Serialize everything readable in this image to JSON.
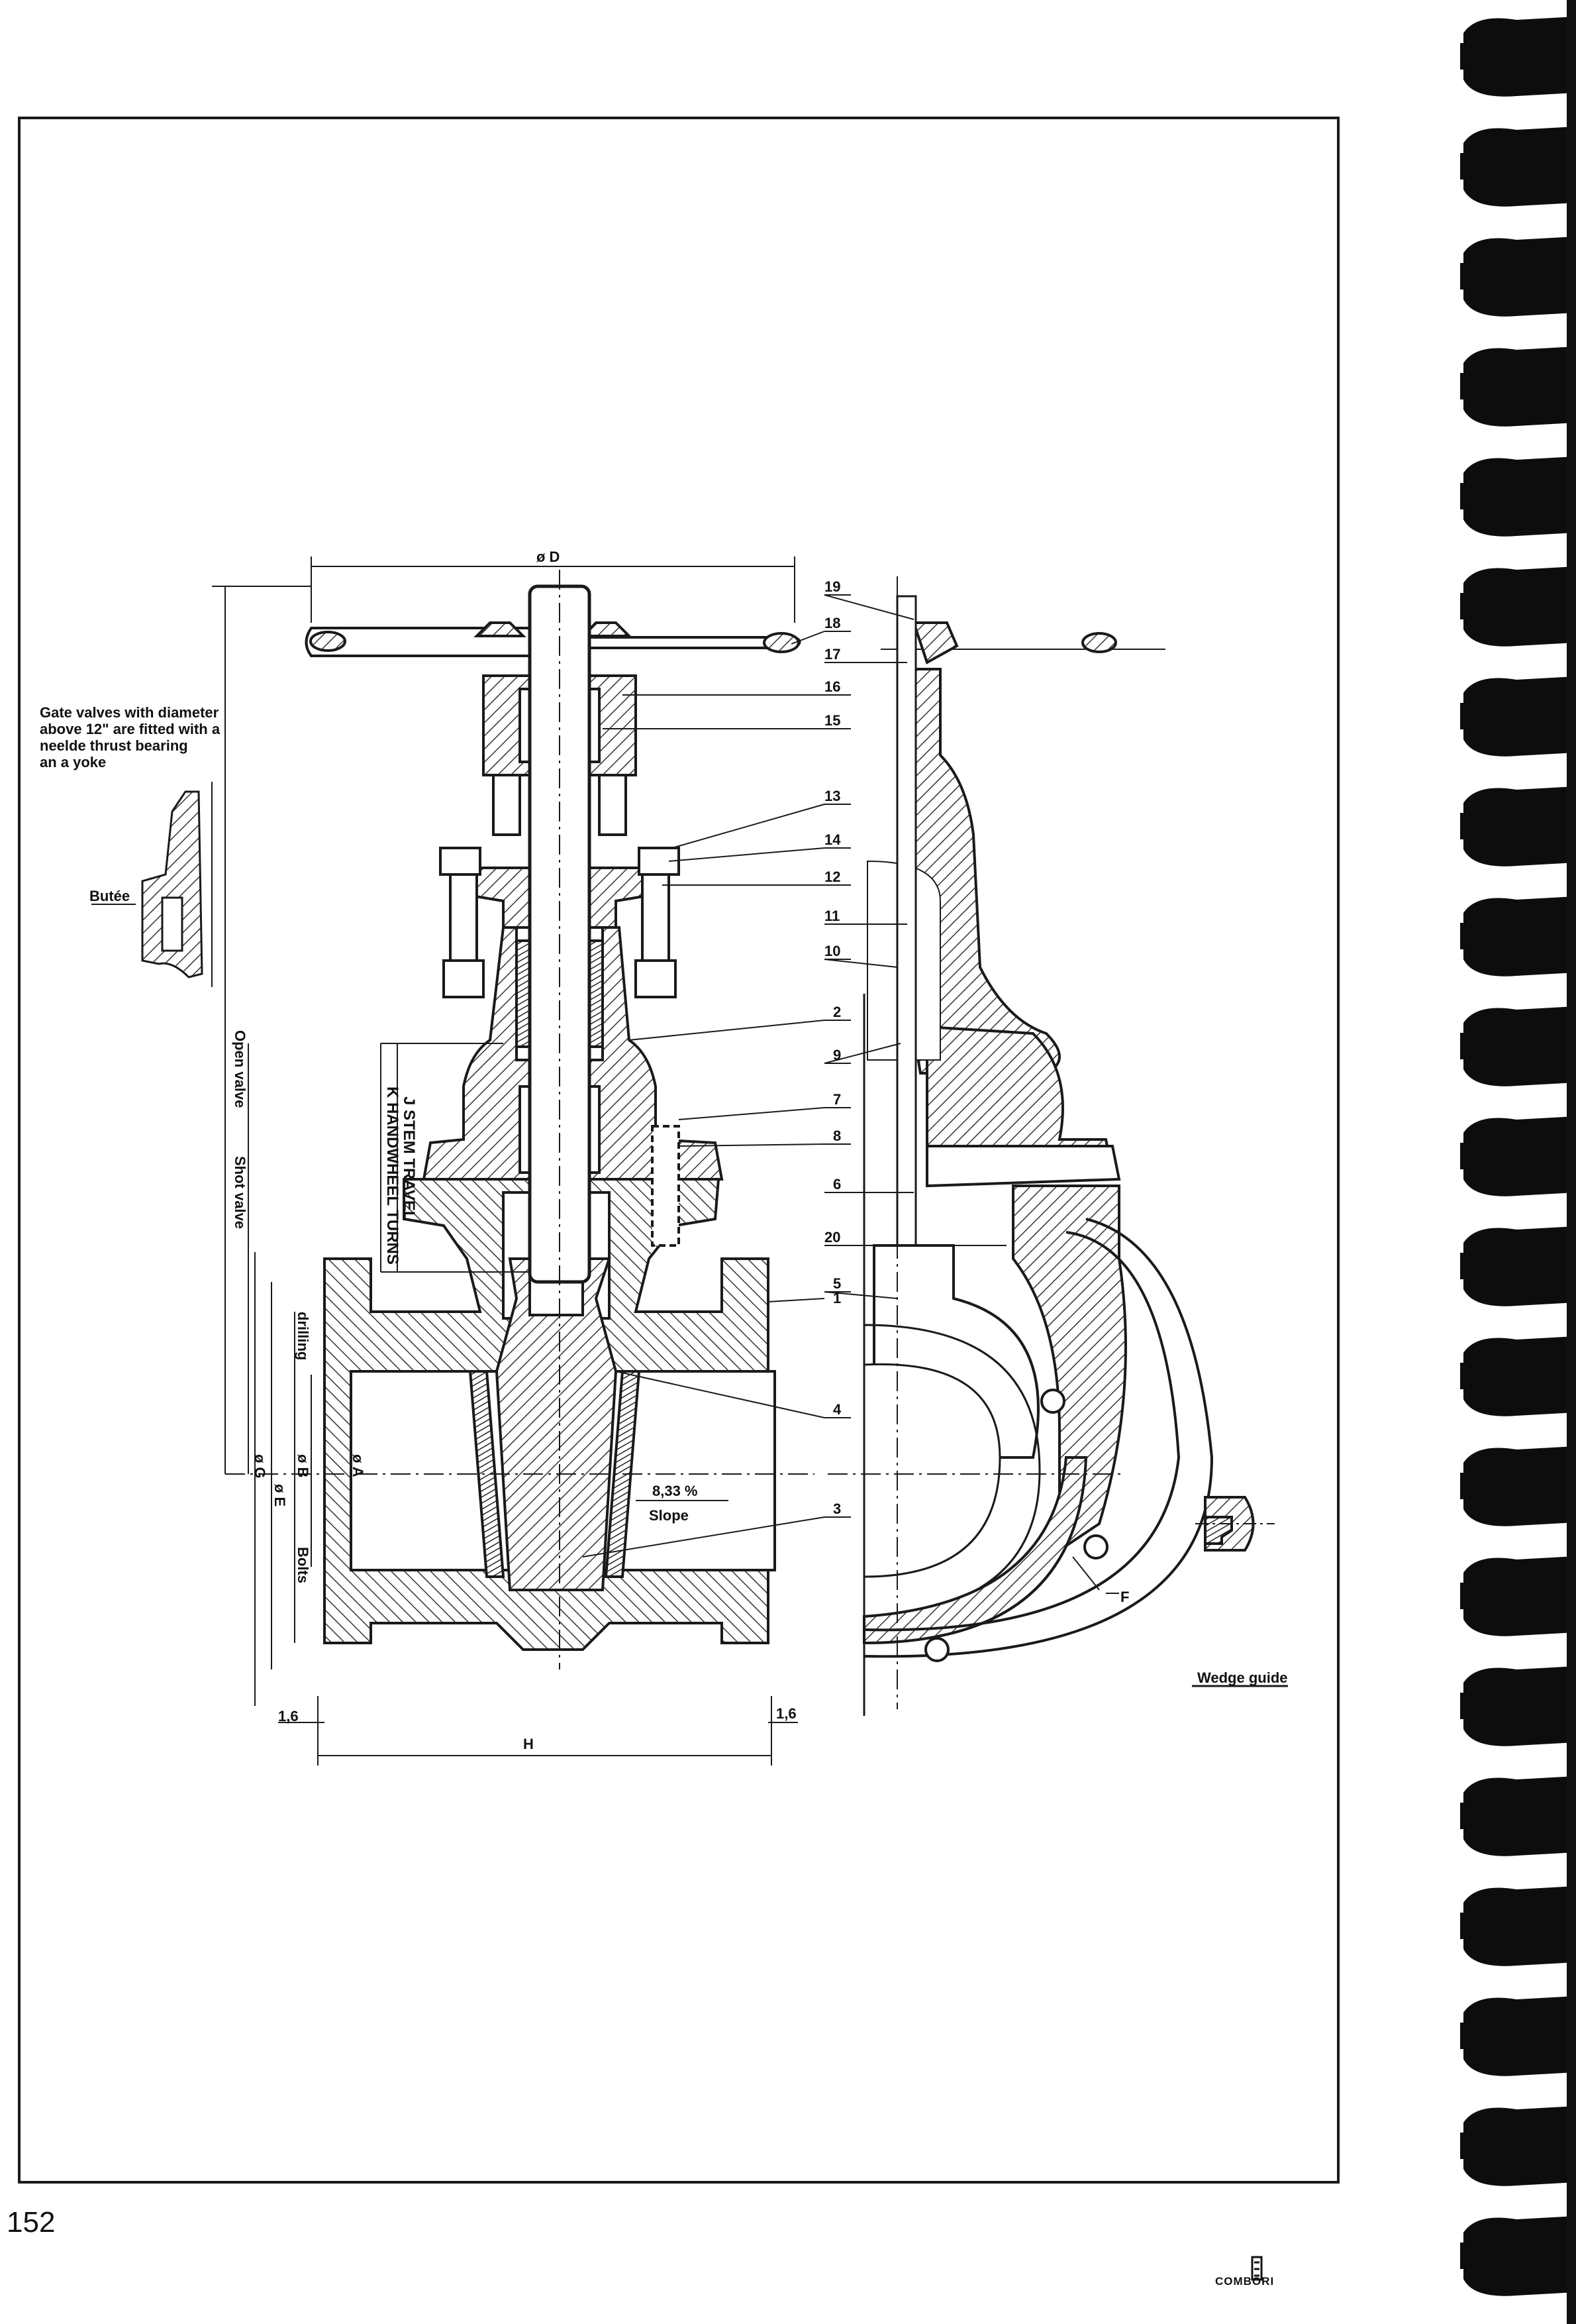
{
  "page": {
    "number": "152",
    "brand": "COMBORI"
  },
  "note": {
    "lines": [
      "Gate valves with diameter",
      "above 12\" are fitted with a",
      "neelde thrust bearing",
      "an a yoke"
    ]
  },
  "labels": {
    "butee": "Butée",
    "diam_d": "ø D",
    "open_valve": "Open valve",
    "shut_valve": "Shot valve",
    "handwheel_turns": "K HANDWHEEL TURNS",
    "stem_travel": "J STEM TRAVEL",
    "drilling": "drilling",
    "bolts": "Bolts",
    "diam_g": "ø G",
    "diam_b": "ø B",
    "diam_e": "ø E",
    "diam_a": "ø A",
    "slope_pct": "8,33 %",
    "slope": "Slope",
    "dim_h": "H",
    "flange_left": "1,6",
    "flange_right": "1,6",
    "dim_f": "F",
    "wedge_guide": "Wedge guide"
  },
  "callouts": [
    "19",
    "18",
    "17",
    "16",
    "15",
    "13",
    "14",
    "12",
    "11",
    "10",
    "2",
    "9",
    "7",
    "8",
    "6",
    "20",
    "5",
    "1",
    "4",
    "3"
  ],
  "colors": {
    "ink": "#1a1a1a",
    "paper": "#ffffff",
    "hatch": "#333333"
  }
}
